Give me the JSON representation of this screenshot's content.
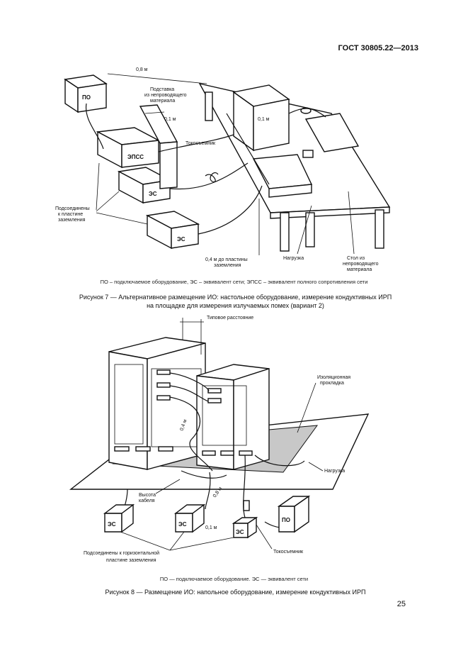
{
  "header": {
    "standard": "ГОСТ 30805.22—2013"
  },
  "figure7": {
    "labels": {
      "po": "ПО",
      "epss": "ЭПСС",
      "es1": "ЭС",
      "es2": "ЭС",
      "dist_08": "0,8 м",
      "podstavka": "Подставка из непроводящего материала",
      "dist_01a": "0,1 м",
      "dist_01b": "0,1 м",
      "tokos": "Токосъемник",
      "connected": "Подсоединены к пластине заземления",
      "dist_04": "0,4 м до пластины заземления",
      "load": "Нагрузка",
      "table": "Стол из непроводящего материала"
    },
    "legend": "ПО – подключаемое оборудование, ЭС – эквивалент сети; ЭПСС – эквивалент полного сопротивления сети",
    "caption_line1": "Рисунок 7 — Альтернативное размещение ИО: настольное оборудование, измерение кондуктивных ИРП",
    "caption_line2": "на площадке для измерения излучаемых помех (вариант 2)"
  },
  "figure8": {
    "labels": {
      "typical": "Типовое расстояние",
      "dist_04": "0,4 м",
      "insulating": "Изоляционная прокладка",
      "load": "Нагрузка",
      "cable_height": "Высота кабеля",
      "dist_08": "0,8 м",
      "dist_01": "0,1 м",
      "es1": "ЭС",
      "es2": "ЭС",
      "es3": "ЭС",
      "po": "ПО",
      "tokos": "Токосъемник",
      "connected": "Подсоединены к горизонтальной пластине заземления"
    },
    "legend": "ПО — подключаемое оборудование. ЭС — эквивалент сети",
    "caption": "Рисунок 8 — Размещение ИО: напольное оборудование, измерение кондуктивных ИРП"
  },
  "page_number": "25"
}
